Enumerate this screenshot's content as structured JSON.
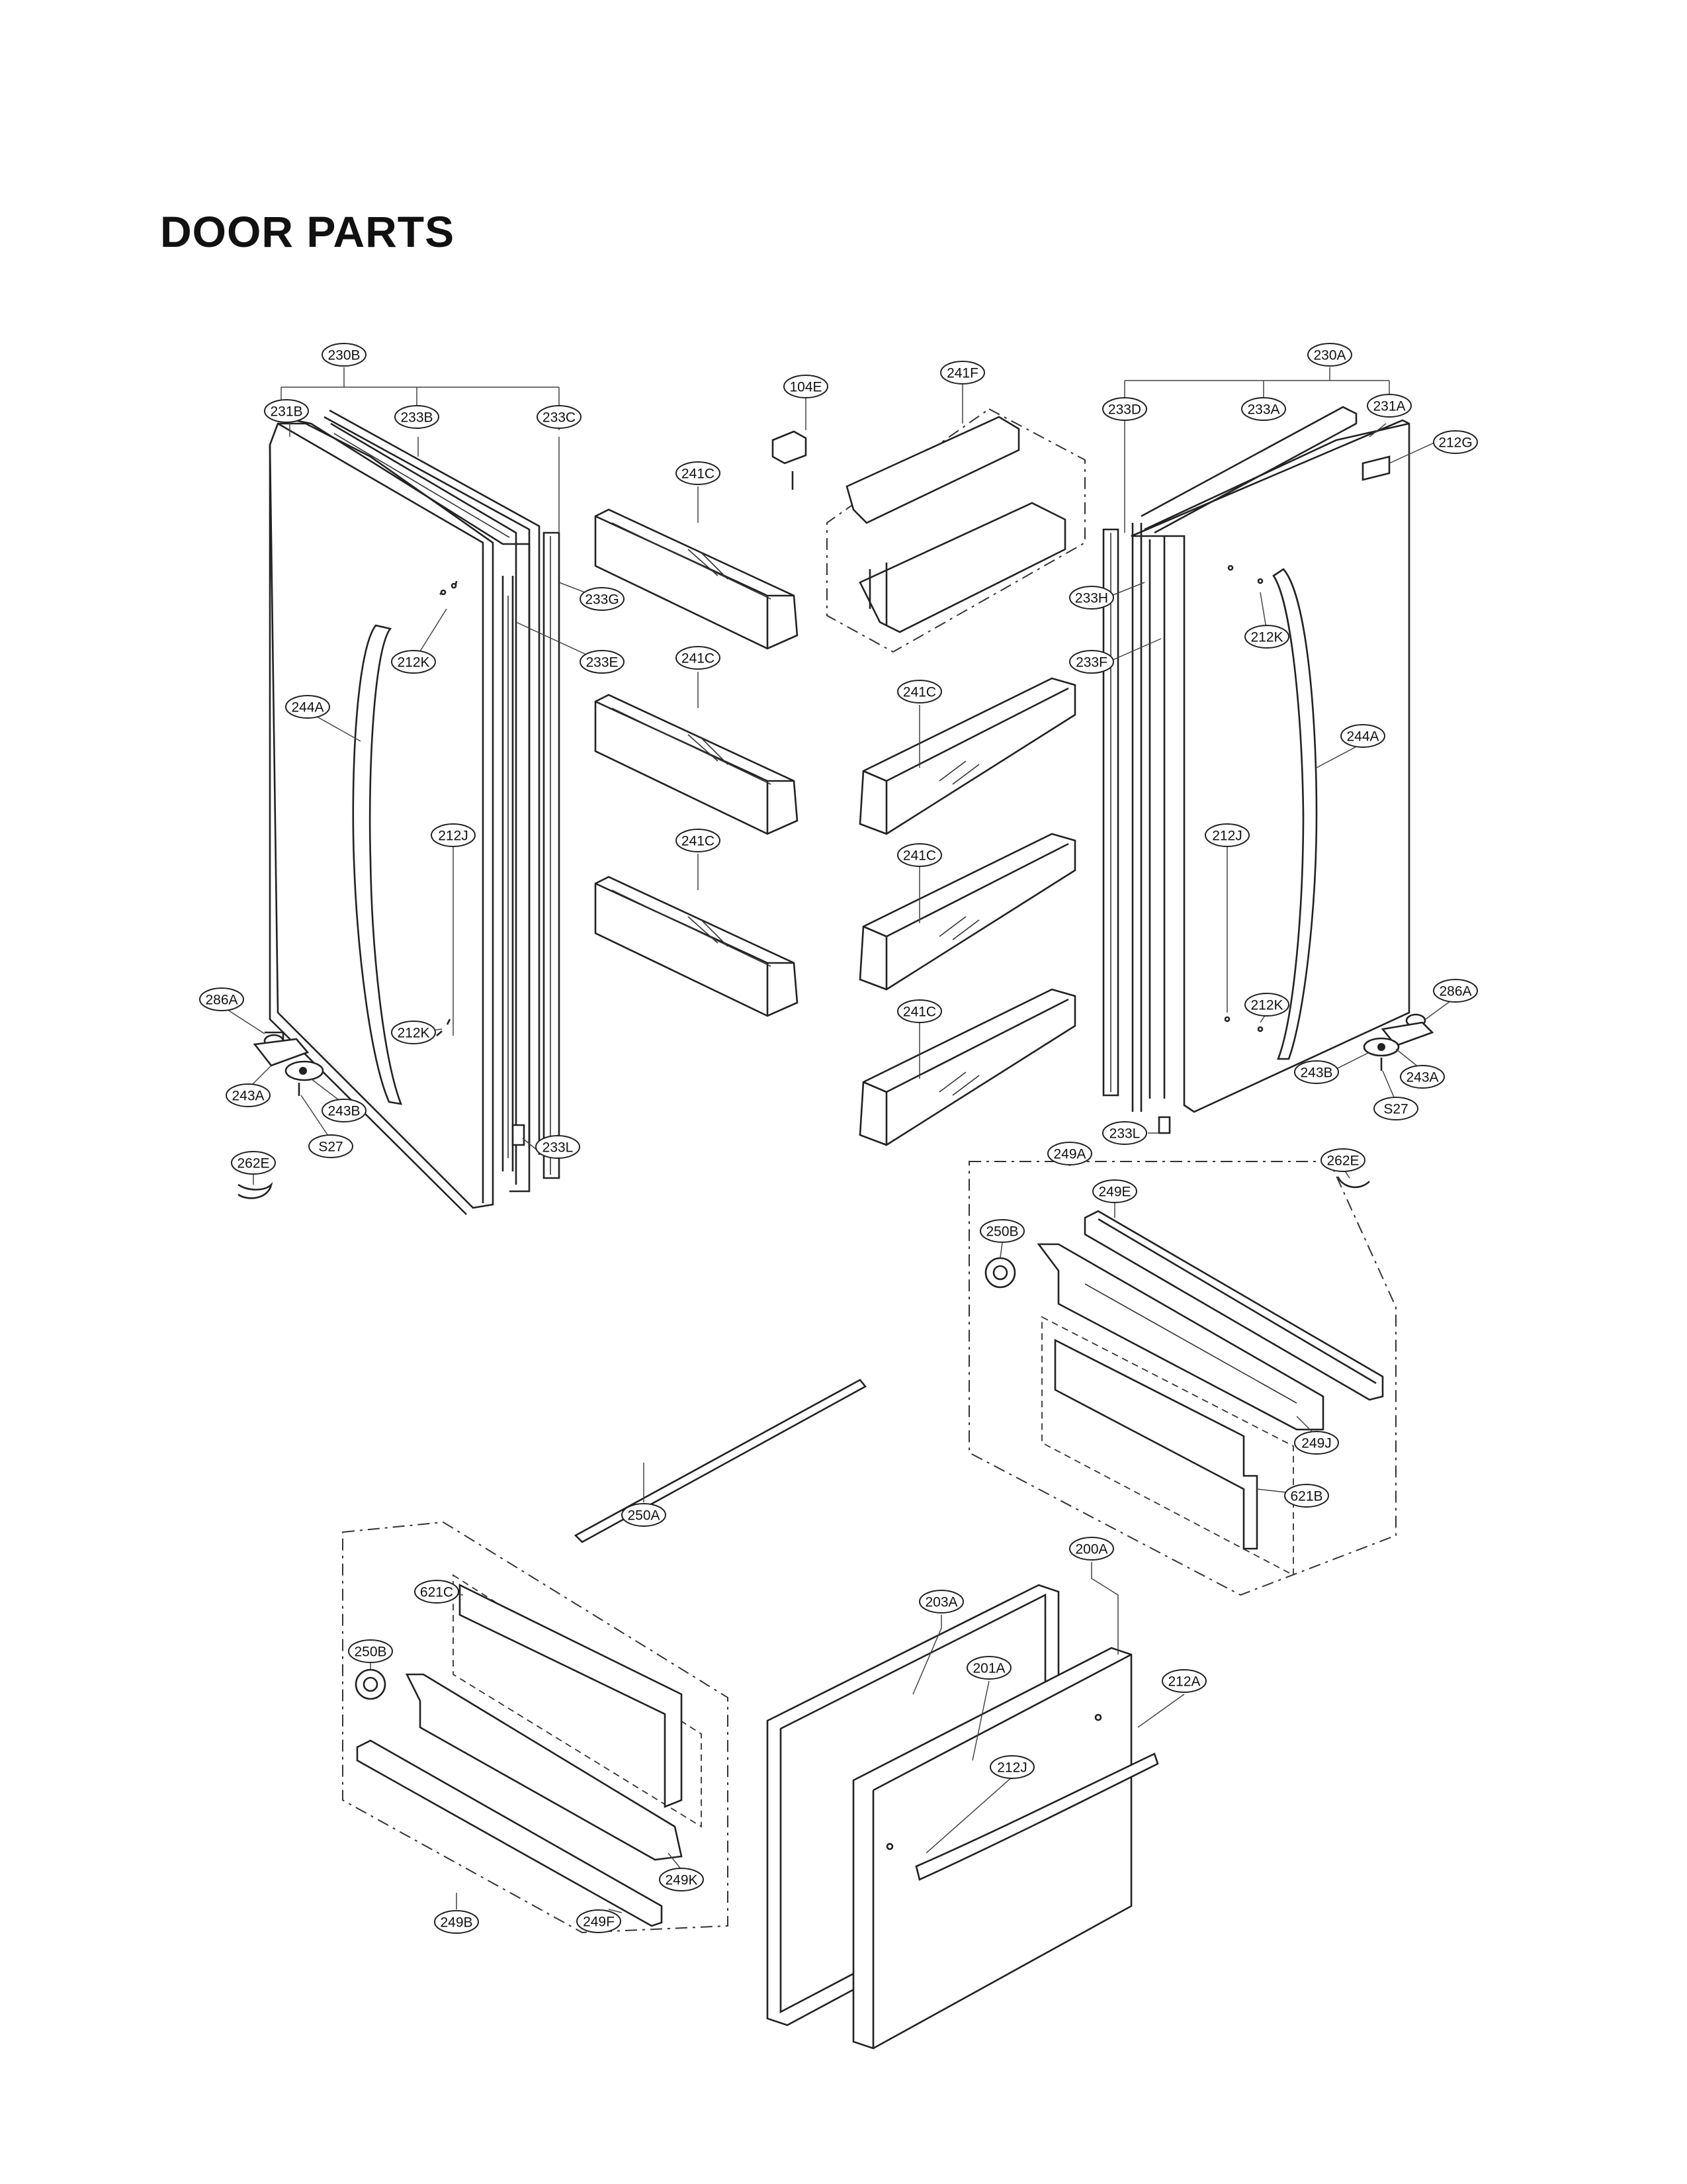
{
  "title": "DOOR PARTS",
  "part_labels": [
    "230B",
    "231B",
    "233B",
    "233C",
    "104E",
    "241F",
    "230A",
    "233D",
    "233A",
    "231A",
    "212G",
    "241C",
    "233G",
    "233H",
    "212K",
    "233E",
    "233F",
    "244A",
    "212J",
    "286A",
    "243A",
    "243B",
    "S27",
    "233L",
    "262E",
    "249A",
    "249E",
    "250B",
    "249J",
    "621B",
    "250A",
    "621C",
    "249K",
    "249B",
    "249F",
    "203A",
    "200A",
    "201A",
    "212A"
  ]
}
